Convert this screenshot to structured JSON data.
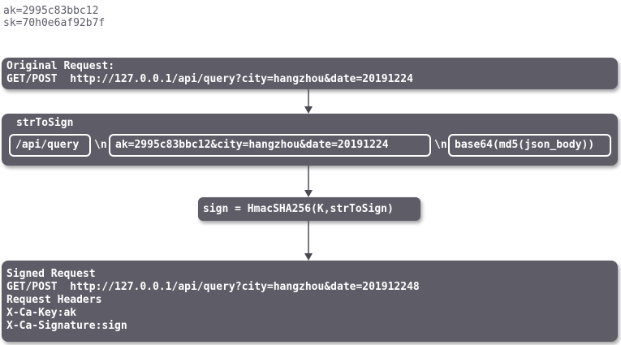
{
  "credentials": {
    "ak_line": "ak=2995c83bbc12",
    "sk_line": "sk=70h0e6af92b7f"
  },
  "original_request": {
    "title": "Original Request:",
    "line": "GET/POST  http://127.0.0.1/api/query?city=hangzhou&date=20191224"
  },
  "str_to_sign": {
    "title": "strToSign",
    "path": "/api/query",
    "sep1": "\\n",
    "params": "ak=2995c83bbc12&city=hangzhou&date=20191224",
    "sep2": "\\n",
    "body_hash": "base64(md5(json_body))"
  },
  "sign": {
    "formula": "sign = HmacSHA256(K,strToSign)"
  },
  "signed_request": {
    "title": "Signed Request",
    "line": "GET/POST  http://127.0.0.1/api/query?city=hangzhou&date=201912248",
    "headers_title": "Request Headers",
    "header_key": "X-Ca-Key:ak",
    "header_signature": "X-Ca-Signature:sign"
  },
  "colors": {
    "box_fill": "#5e5c67",
    "text_light": "#ffffff",
    "credentials_text": "#5c5c68",
    "arrow": "#4a4a52"
  }
}
